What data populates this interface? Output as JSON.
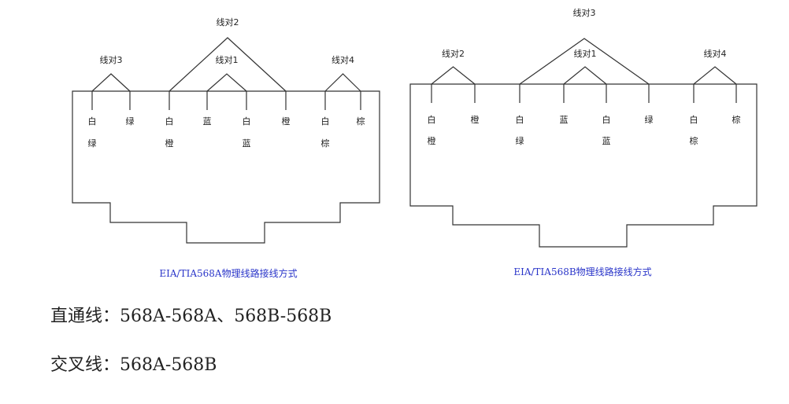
{
  "diagrams": [
    {
      "caption": "EIA/TIA568A物理线路接线方式",
      "pins": [
        [
          "白",
          "绿"
        ],
        [
          "绿"
        ],
        [
          "白",
          "橙"
        ],
        [
          "蓝"
        ],
        [
          "白",
          "蓝"
        ],
        [
          "橙"
        ],
        [
          "白",
          "棕"
        ],
        [
          "棕"
        ]
      ],
      "pairs": [
        {
          "label": "线对3",
          "pins": [
            0,
            1
          ],
          "level": 1
        },
        {
          "label": "线对2",
          "pins": [
            2,
            5
          ],
          "level": 2
        },
        {
          "label": "线对1",
          "pins": [
            3,
            4
          ],
          "level": 1
        },
        {
          "label": "线对4",
          "pins": [
            6,
            7
          ],
          "level": 1
        }
      ]
    },
    {
      "caption": "EIA/TIA568B物理线路接线方式",
      "pins": [
        [
          "白",
          "橙"
        ],
        [
          "橙"
        ],
        [
          "白",
          "绿"
        ],
        [
          "蓝"
        ],
        [
          "白",
          "蓝"
        ],
        [
          "绿"
        ],
        [
          "白",
          "棕"
        ],
        [
          "棕"
        ]
      ],
      "pairs": [
        {
          "label": "线对2",
          "pins": [
            0,
            1
          ],
          "level": 1
        },
        {
          "label": "线对3",
          "pins": [
            2,
            5
          ],
          "level": 2
        },
        {
          "label": "线对1",
          "pins": [
            3,
            4
          ],
          "level": 1
        },
        {
          "label": "线对4",
          "pins": [
            6,
            7
          ],
          "level": 1
        }
      ]
    }
  ],
  "text": {
    "straight": "直通线：568A-568A、568B-568B",
    "cross": "交叉线：568A-568B"
  }
}
